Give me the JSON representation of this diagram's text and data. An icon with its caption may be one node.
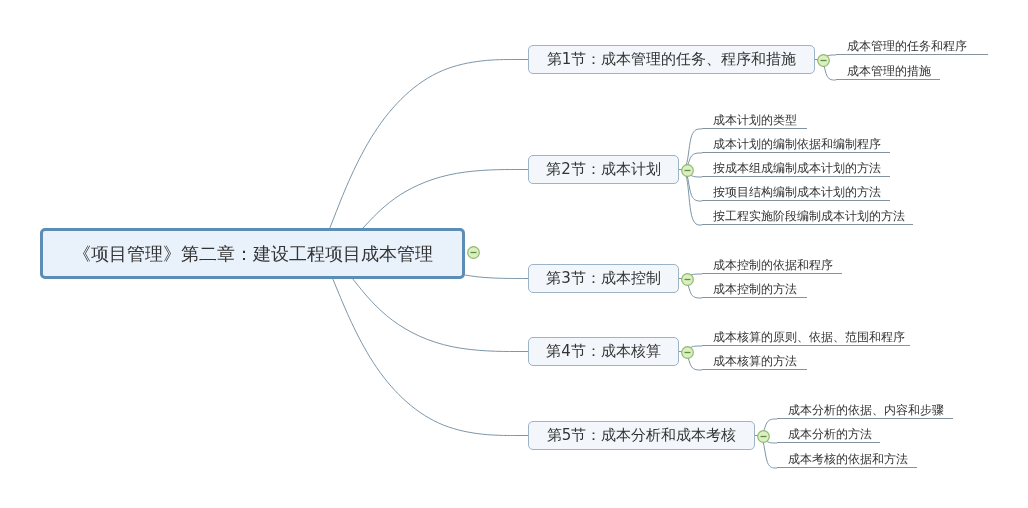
{
  "diagram": {
    "nodes": [
      {
        "text": [
          "《项目管理》第二章：建设工程项目成本管理"
        ]
      },
      {
        "text": [
          "第1节：成本管理的任务、程序和措施"
        ]
      },
      {
        "text": [
          "成本管理的任务和程序"
        ]
      },
      {
        "text": [
          "成本管理的措施"
        ]
      },
      {
        "text": [
          "第2节：成本计划"
        ]
      },
      {
        "text": [
          "成本计划的类型"
        ]
      },
      {
        "text": [
          "成本计划的编制依据和编制程序"
        ]
      },
      {
        "text": [
          "按成本组成编制成本计划的方法"
        ]
      },
      {
        "text": [
          "按项目结构编制成本计划的方法"
        ]
      },
      {
        "text": [
          "按工程实施阶段编制成本计划的方法"
        ]
      },
      {
        "text": [
          "第3节：成本控制"
        ]
      },
      {
        "text": [
          "成本控制的依据和程序"
        ]
      },
      {
        "text": [
          "成本控制的方法"
        ]
      },
      {
        "text": [
          "第4节：成本核算"
        ]
      },
      {
        "text": [
          "成本核算的原则、依据、范围和程序"
        ]
      },
      {
        "text": [
          "成本核算的方法"
        ]
      },
      {
        "text": [
          "第5节：成本分析和成本考核"
        ]
      },
      {
        "text": [
          "成本分析的依据、内容和步骤"
        ]
      },
      {
        "text": [
          "成本分析的方法"
        ]
      },
      {
        "text": [
          "成本考核的依据和方法"
        ]
      }
    ],
    "edges": [
      {
        "from": 0,
        "to": 1,
        "arrow": "none"
      },
      {
        "from": 0,
        "to": 4,
        "arrow": "none"
      },
      {
        "from": 0,
        "to": 10,
        "arrow": "none"
      },
      {
        "from": 0,
        "to": 13,
        "arrow": "none"
      },
      {
        "from": 0,
        "to": 16,
        "arrow": "none"
      },
      {
        "from": 1,
        "to": 2,
        "arrow": "none"
      },
      {
        "from": 1,
        "to": 3,
        "arrow": "none"
      },
      {
        "from": 4,
        "to": 5,
        "arrow": "none"
      },
      {
        "from": 4,
        "to": 6,
        "arrow": "none"
      },
      {
        "from": 4,
        "to": 7,
        "arrow": "none"
      },
      {
        "from": 4,
        "to": 8,
        "arrow": "none"
      },
      {
        "from": 4,
        "to": 9,
        "arrow": "none"
      },
      {
        "from": 10,
        "to": 11,
        "arrow": "none"
      },
      {
        "from": 10,
        "to": 12,
        "arrow": "none"
      },
      {
        "from": 13,
        "to": 14,
        "arrow": "none"
      },
      {
        "from": 13,
        "to": 15,
        "arrow": "none"
      },
      {
        "from": 16,
        "to": 17,
        "arrow": "none"
      },
      {
        "from": 16,
        "to": 18,
        "arrow": "none"
      },
      {
        "from": 16,
        "to": 19,
        "arrow": "none"
      }
    ]
  }
}
